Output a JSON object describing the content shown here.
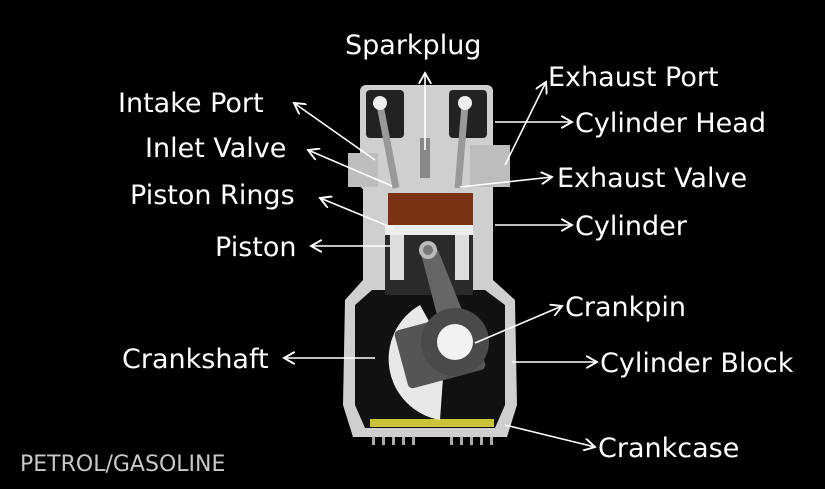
{
  "labels": {
    "sparkplug": "Sparkplug",
    "intake_port": "Intake Port",
    "inlet_valve": "Inlet Valve",
    "piston_rings": "Piston Rings",
    "piston": "Piston",
    "crankshaft": "Crankshaft",
    "exhaust_port": "Exhaust Port",
    "cylinder_head": "Cylinder Head",
    "exhaust_valve": "Exhaust Valve",
    "cylinder": "Cylinder",
    "crankpin": "Crankpin",
    "cylinder_block": "Cylinder Block",
    "crankcase": "Crankcase"
  },
  "footer": "PETROL/GASOLINE",
  "colors": {
    "background": "#000000",
    "combustion": "#7a3214",
    "oil": "#c9c43a",
    "metal": "#cfcfcf"
  }
}
